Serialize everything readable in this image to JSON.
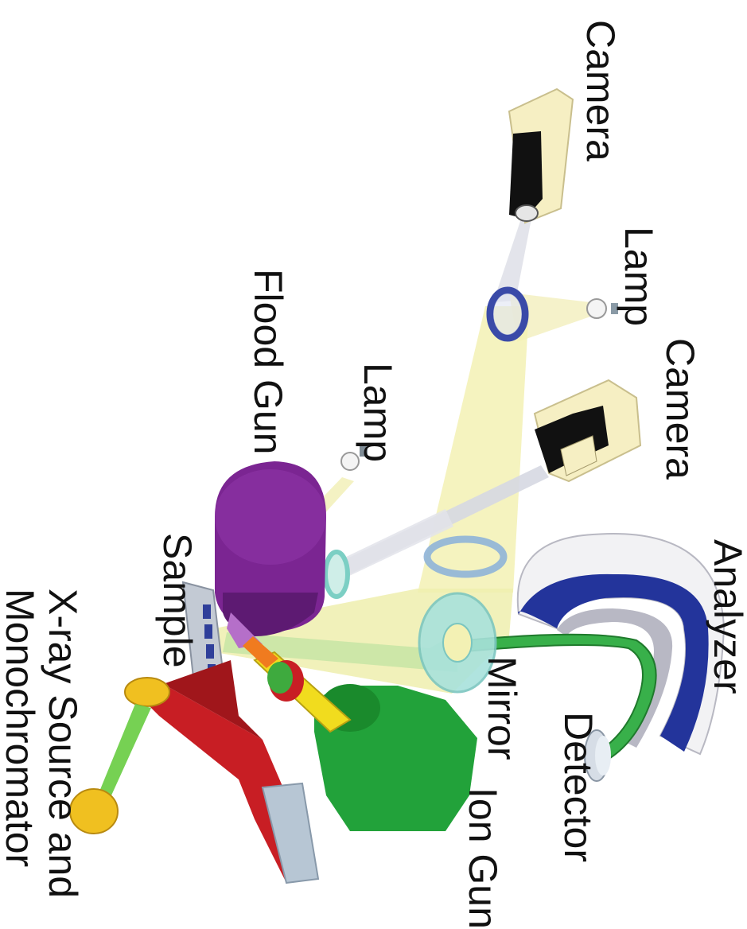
{
  "labels": {
    "camera_top": "Camera",
    "lamp_top": "Lamp",
    "camera_mid": "Camera",
    "analyzer": "Analyzer",
    "flood_gun": "Flood Gun",
    "lamp_left": "Lamp",
    "sample": "Sample",
    "mirror": "Mirror",
    "detector": "Detector",
    "ion_gun": "Ion Gun",
    "xray_line1": "X-ray Source and",
    "xray_line2": "Monochromator"
  },
  "colors": {
    "beam_yellow": "#f3f1b4",
    "analyzer_blue": "#23349b",
    "flood_gun_purple": "#7b2592",
    "ion_gun_green": "#22a23a",
    "xray_red": "#c81e24",
    "camera_body": "#f6efc3",
    "mirror_teal": "#a8e2dc"
  }
}
